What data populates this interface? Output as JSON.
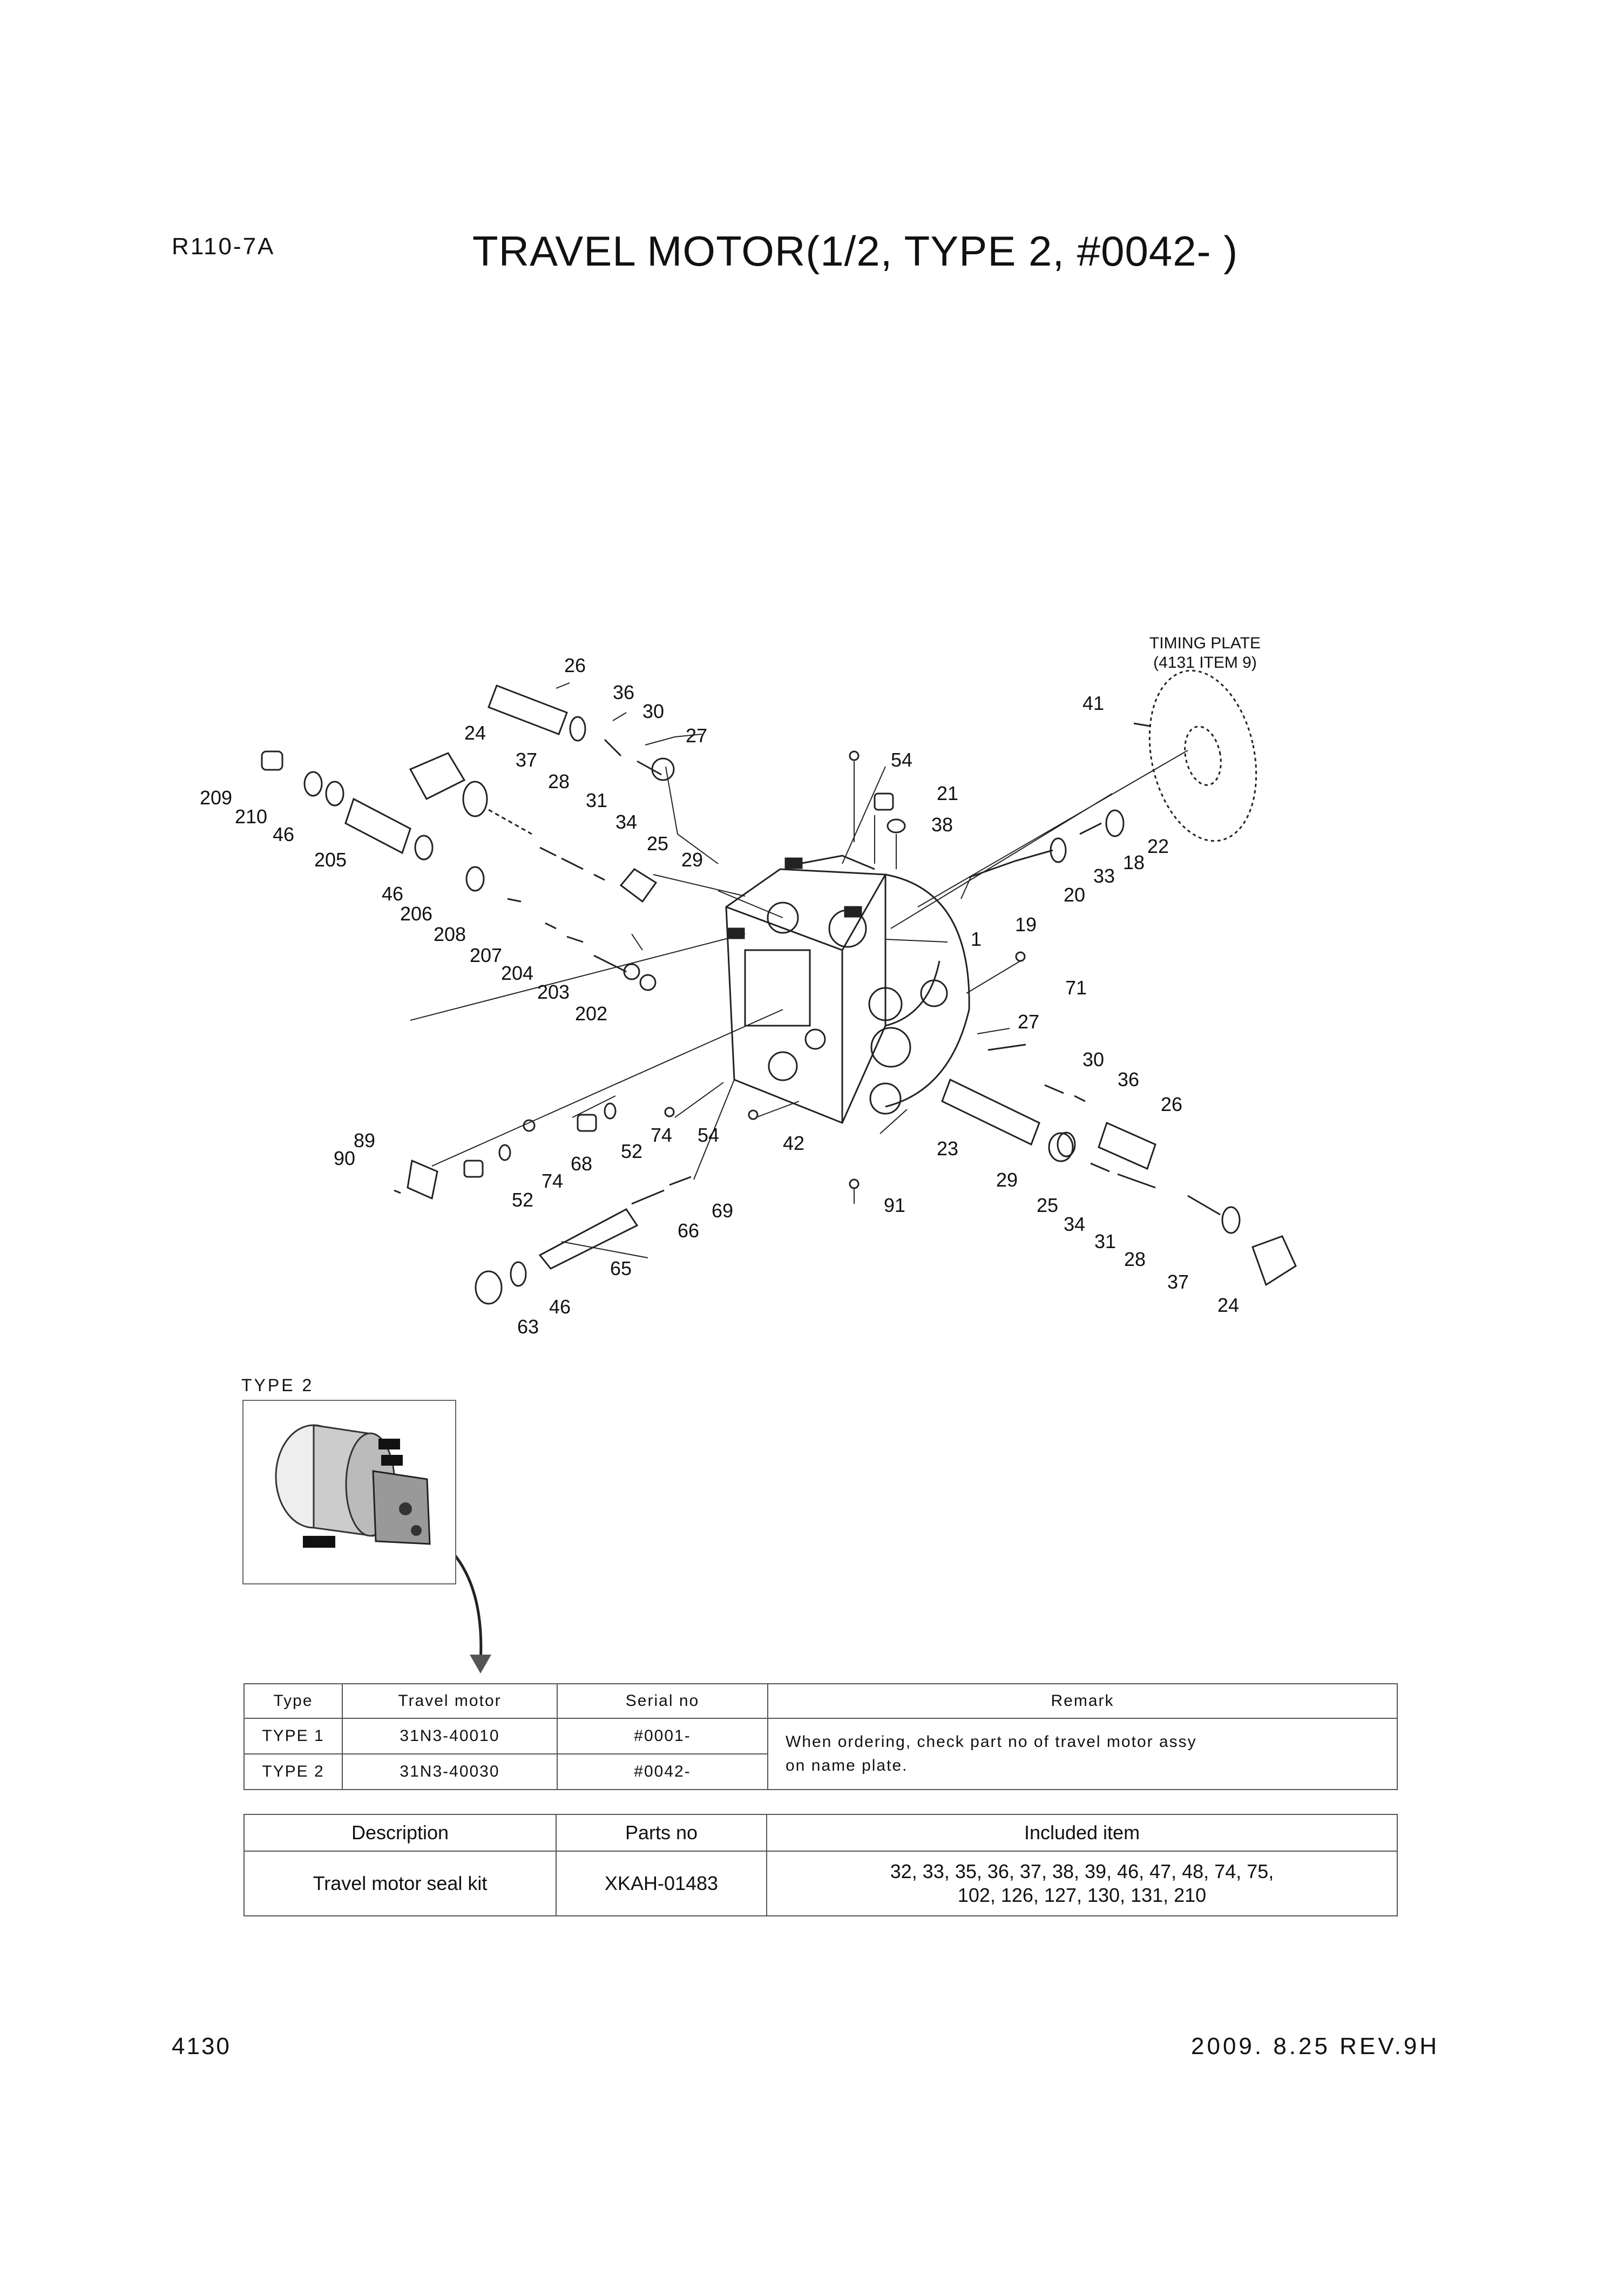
{
  "header": {
    "model": "R110-7A",
    "title": "TRAVEL MOTOR(1/2, TYPE 2, #0042- )"
  },
  "diagram": {
    "note_timing_plate": [
      "TIMING PLATE",
      "(4131 ITEM 9)"
    ],
    "callouts": {
      "c26a": "26",
      "c36a": "36",
      "c30a": "30",
      "c24a": "24",
      "c27a": "27",
      "c37a": "37",
      "c28a": "28",
      "c209": "209",
      "c210": "210",
      "c46a": "46",
      "c31a": "31",
      "c34a": "34",
      "c205": "205",
      "c25a": "25",
      "c29a": "29",
      "c46b": "46",
      "c206": "206",
      "c208": "208",
      "c207": "207",
      "c204": "204",
      "c203": "203",
      "c202": "202",
      "c41": "41",
      "c54a": "54",
      "c21": "21",
      "c38": "38",
      "c22": "22",
      "c18": "18",
      "c33": "33",
      "c20": "20",
      "c19": "19",
      "c1": "1",
      "c71": "71",
      "c27b": "27",
      "c30b": "30",
      "c36b": "36",
      "c26b": "26",
      "c23": "23",
      "c29b": "29",
      "c25b": "25",
      "c34b": "34",
      "c31b": "31",
      "c28b": "28",
      "c37b": "37",
      "c24b": "24",
      "c89": "89",
      "c90": "90",
      "c52a": "52",
      "c74a": "74",
      "c68": "68",
      "c52b": "52",
      "c74b": "74",
      "c54b": "54",
      "c42": "42",
      "c91": "91",
      "c69": "69",
      "c66": "66",
      "c65": "65",
      "c46c": "46",
      "c63": "63"
    }
  },
  "inset": {
    "label": "TYPE 2"
  },
  "type_table": {
    "headers": [
      "Type",
      "Travel motor",
      "Serial no",
      "Remark"
    ],
    "rows": [
      [
        "TYPE 1",
        "31N3-40010",
        "#0001-"
      ],
      [
        "TYPE 2",
        "31N3-40030",
        "#0042-"
      ]
    ],
    "remark_lines": [
      "When ordering, check part no of travel motor assy",
      "on name plate."
    ]
  },
  "kit_table": {
    "headers": [
      "Description",
      "Parts no",
      "Included item"
    ],
    "row": {
      "description": "Travel motor seal kit",
      "parts_no": "XKAH-01483",
      "included_lines": [
        "32, 33, 35, 36, 37, 38, 39, 46, 47, 48, 74, 75,",
        "102, 126, 127, 130, 131, 210"
      ]
    }
  },
  "footer": {
    "page": "4130",
    "revision": "2009. 8.25  REV.9H"
  }
}
